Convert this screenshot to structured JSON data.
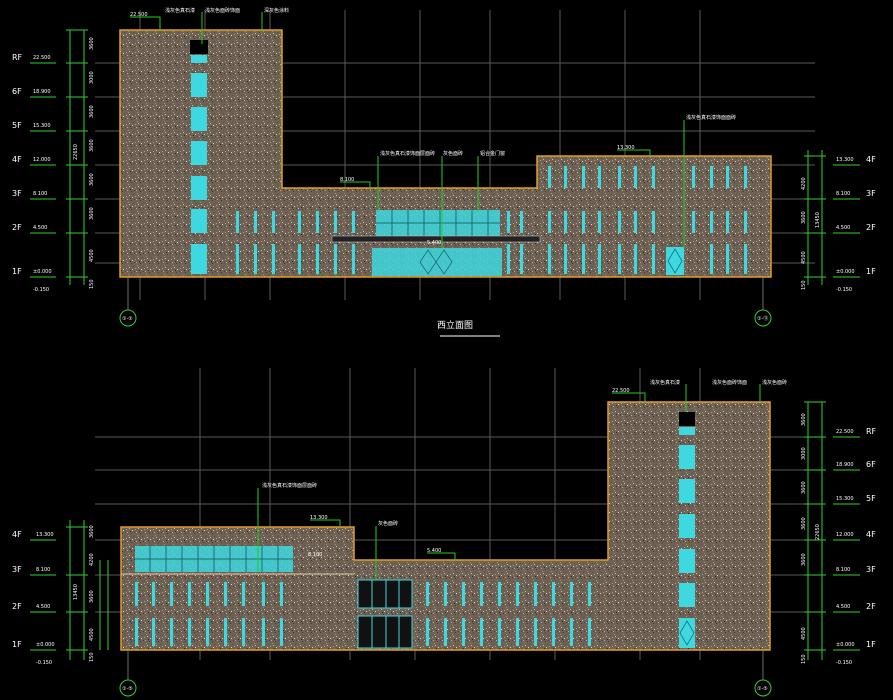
{
  "drawing": {
    "title": "西立面图",
    "background": "#000000",
    "colors": {
      "wall": "#7b6b5c",
      "outline": "#e0a020",
      "glass": "#3ed8e0",
      "leader": "#22cc22",
      "dim": "#30d030",
      "grid": "#5a5a5a",
      "text": "#ffffff"
    },
    "axis_tags": [
      "①-②",
      "①-⑪",
      "①-⑤",
      "①-⑤"
    ],
    "top_elevation": {
      "left_levels": [
        {
          "label": "RF",
          "elev": "22.500"
        },
        {
          "label": "6F",
          "elev": "18.900"
        },
        {
          "label": "5F",
          "elev": "15.300"
        },
        {
          "label": "4F",
          "elev": "12.000"
        },
        {
          "label": "3F",
          "elev": "8.100"
        },
        {
          "label": "2F",
          "elev": "4.500"
        },
        {
          "label": "1F",
          "elev": "±0.000"
        }
      ],
      "left_bottom": "-0.150",
      "left_dims": [
        "3600",
        "3000",
        "3600",
        "3600",
        "3600",
        "3600",
        "4500",
        "22650",
        "150"
      ],
      "right_levels": [
        {
          "label": "4F",
          "elev": "13.300"
        },
        {
          "label": "3F",
          "elev": "8.100"
        },
        {
          "label": "2F",
          "elev": "4.500"
        },
        {
          "label": "1F",
          "elev": "±0.000"
        }
      ],
      "right_bottom": "-0.150",
      "right_dims": [
        "4200",
        "3600",
        "4500",
        "13450",
        "150"
      ],
      "elev_marks": [
        "22.500",
        "13.300",
        "8.100",
        "5.400"
      ],
      "callouts": [
        "浅灰色真石漆",
        "浅灰色面砖饰面",
        "深灰色涂料",
        "浅灰色真石漆饰面层面砖",
        "灰色面砖",
        "铝合金门窗",
        "浅灰色真石漆饰面面砖"
      ]
    },
    "bottom_elevation": {
      "left_levels": [
        {
          "label": "4F",
          "elev": "13.300"
        },
        {
          "label": "3F",
          "elev": "8.100"
        },
        {
          "label": "2F",
          "elev": "4.500"
        },
        {
          "label": "1F",
          "elev": "±0.000"
        }
      ],
      "left_bottom": "-0.150",
      "left_dims": [
        "3600",
        "4200",
        "3600",
        "4500",
        "13450",
        "150"
      ],
      "right_levels": [
        {
          "label": "RF",
          "elev": "22.500"
        },
        {
          "label": "6F",
          "elev": "18.900"
        },
        {
          "label": "5F",
          "elev": "15.300"
        },
        {
          "label": "4F",
          "elev": "12.000"
        },
        {
          "label": "3F",
          "elev": "8.100"
        },
        {
          "label": "2F",
          "elev": "4.500"
        },
        {
          "label": "1F",
          "elev": "±0.000"
        }
      ],
      "right_bottom": "-0.150",
      "right_dims": [
        "3600",
        "3000",
        "3600",
        "3600",
        "3600",
        "4500",
        "22650",
        "150"
      ],
      "elev_marks": [
        "22.500",
        "13.300",
        "8.100",
        "5.400"
      ],
      "callouts": [
        "浅灰色真石漆",
        "浅灰色面砖饰面",
        "浅灰色面砖",
        "浅灰色真石漆饰面层面砖",
        "灰色面砖"
      ]
    }
  }
}
